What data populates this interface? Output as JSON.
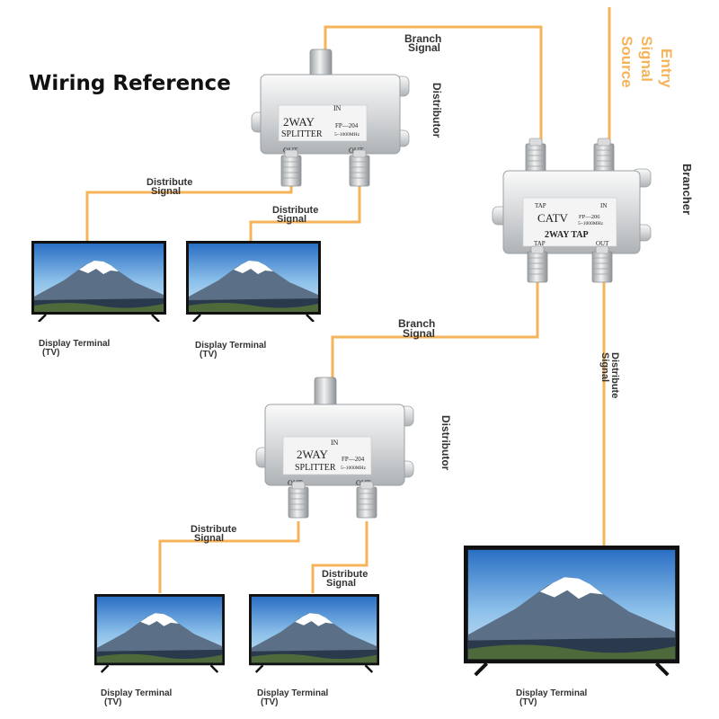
{
  "title": "Wiring Reference",
  "colors": {
    "cable": "#f5b35a",
    "entry_text": "#f5b35a",
    "label_text": "#333333"
  },
  "entry_label": [
    "Entry",
    "Signal",
    "Source"
  ],
  "brancher": {
    "side_label": "Brancher",
    "model": "CATV",
    "part": "FP—206",
    "freq": "5~1000MHz",
    "name": "2WAY TAP",
    "port_tap_top": "TAP",
    "port_in": "IN",
    "port_tap_bottom": "TAP",
    "port_out": "OUT"
  },
  "splitters": [
    {
      "side_label": "Distributor",
      "line1": "2WAY",
      "line2": "SPLITTER",
      "part": "FP—204",
      "freq": "5~1000MHz",
      "port_in": "IN",
      "port_out_left": "OUT",
      "port_out_right": "OUT"
    },
    {
      "side_label": "Distributor",
      "line1": "2WAY",
      "line2": "SPLITTER",
      "part": "FP—204",
      "freq": "5~1000MHz",
      "port_in": "IN",
      "port_out_left": "OUT",
      "port_out_right": "OUT"
    }
  ],
  "signal_labels": {
    "branch": [
      "Branch",
      "Signal"
    ],
    "distribute": [
      "Distribute",
      "Signal"
    ]
  },
  "tv_label": [
    "Display Terminal",
    "(TV)"
  ],
  "tv_count": 5
}
